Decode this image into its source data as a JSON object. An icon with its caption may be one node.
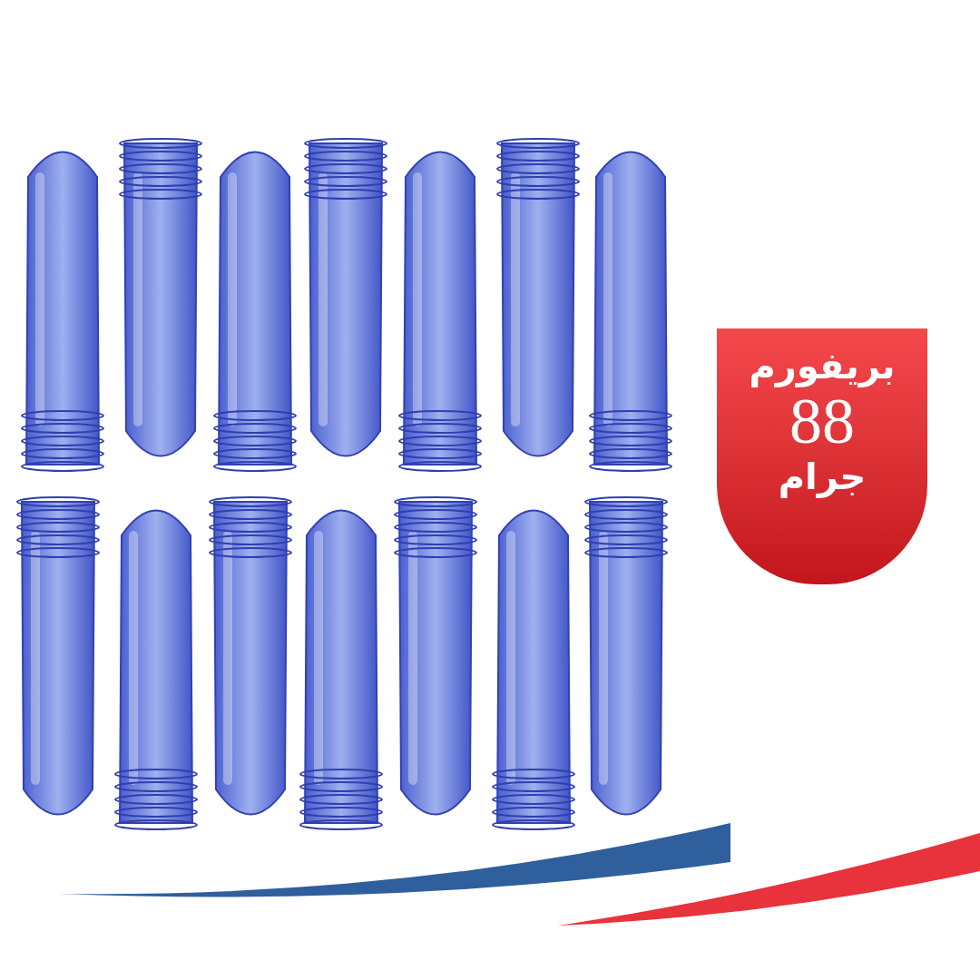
{
  "diagram": {
    "nodes": [
      {
        "text": [
          "بريفورم",
          "88",
          "جرام"
        ]
      }
    ]
  }
}
